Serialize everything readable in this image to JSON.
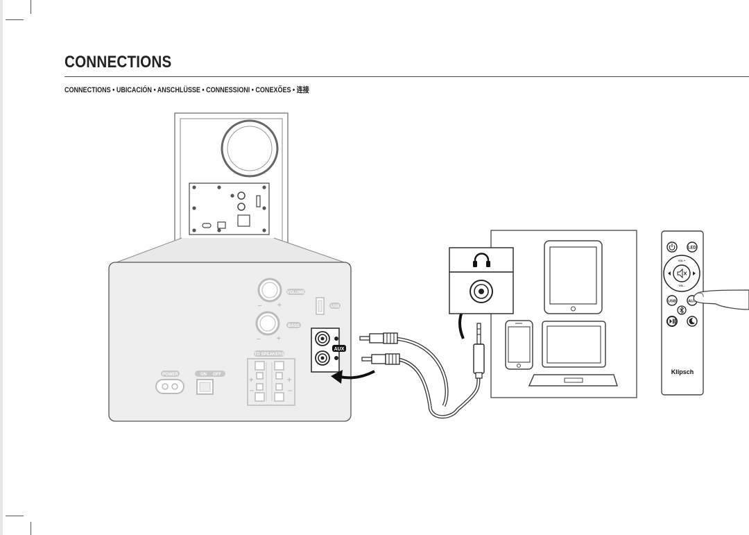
{
  "page": {
    "title": "CONNECTIONS",
    "subtitle": "CONNECTIONS • UBICACIÓN • ANSCHLÜSSE • CONNESSIONI • CONEXÕES • 连接"
  },
  "panel": {
    "volume_label": "VOLUME",
    "bass_label": "BASS",
    "usb_label": "USB",
    "aux_label": "AUX",
    "speakers_label": "TO SPEAKERS",
    "power_label": "POWER",
    "on_label": "ON",
    "off_label": "OFF"
  },
  "remote": {
    "brand": "Klipsch",
    "vol_up": "VOL +",
    "vol_down": "VOL -",
    "led_label": "LED",
    "usb_label": "USB",
    "aux_label": "AUX"
  },
  "icons": {
    "headphone": "headphone-icon",
    "power": "power-icon",
    "mute": "mute-icon",
    "bluetooth": "bluetooth-icon",
    "play_pause": "play-pause-icon",
    "moon": "moon-icon"
  }
}
